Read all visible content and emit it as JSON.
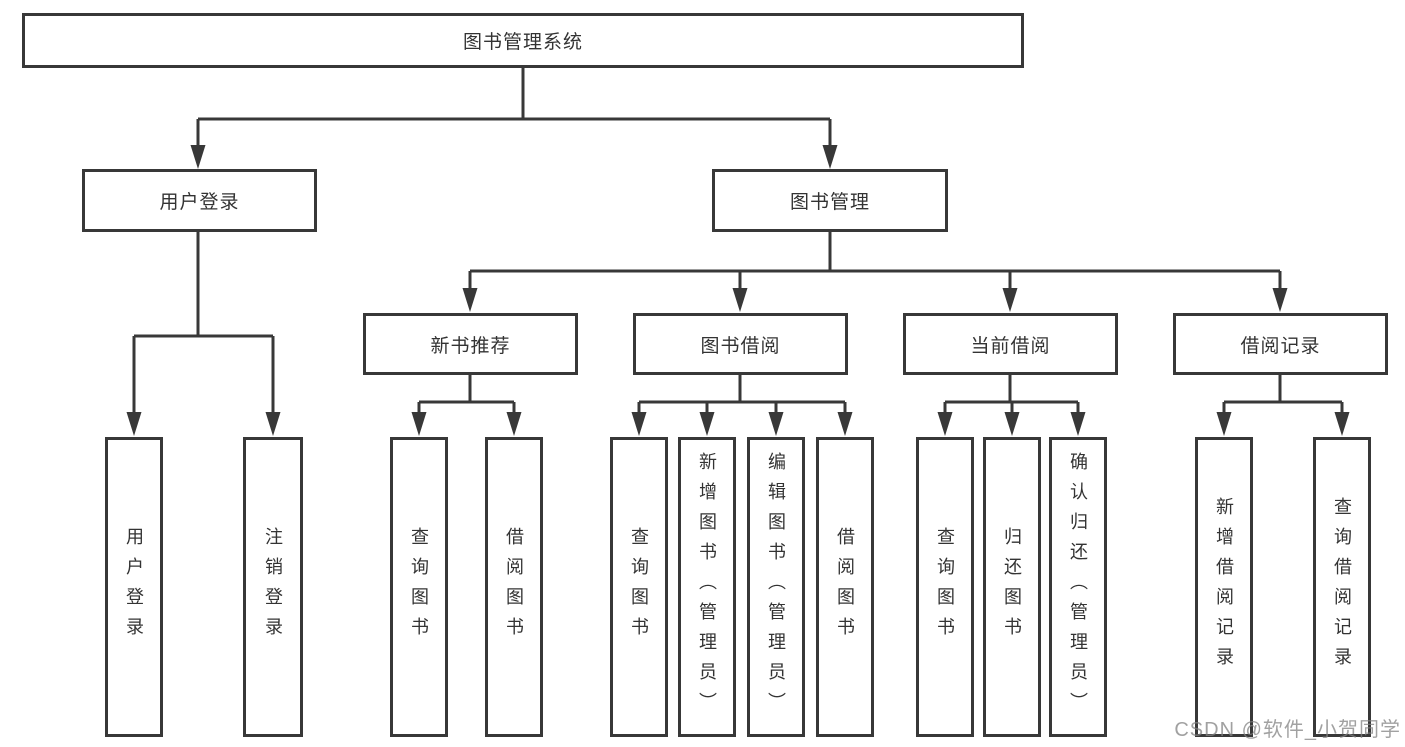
{
  "tree": {
    "label": "图书管理系统",
    "children": [
      {
        "label": "用户登录",
        "children": [
          {
            "label": "用户登录"
          },
          {
            "label": "注销登录"
          }
        ]
      },
      {
        "label": "图书管理",
        "children": [
          {
            "label": "新书推荐",
            "children": [
              {
                "label": "查询图书"
              },
              {
                "label": "借阅图书"
              }
            ]
          },
          {
            "label": "图书借阅",
            "children": [
              {
                "label": "查询图书"
              },
              {
                "label": "新增图书（管理员）"
              },
              {
                "label": "编辑图书（管理员）"
              },
              {
                "label": "借阅图书"
              }
            ]
          },
          {
            "label": "当前借阅",
            "children": [
              {
                "label": "查询图书"
              },
              {
                "label": "归还图书"
              },
              {
                "label": "确认归还（管理员）"
              }
            ]
          },
          {
            "label": "借阅记录",
            "children": [
              {
                "label": "新增借阅记录"
              },
              {
                "label": "查询借阅记录"
              }
            ]
          }
        ]
      }
    ]
  },
  "watermark": "CSDN @软件_小贺同学",
  "colors": {
    "line": "#383838",
    "box_border": "#383838",
    "text": "#333333",
    "watermark": "#828282",
    "background": "#ffffff"
  }
}
